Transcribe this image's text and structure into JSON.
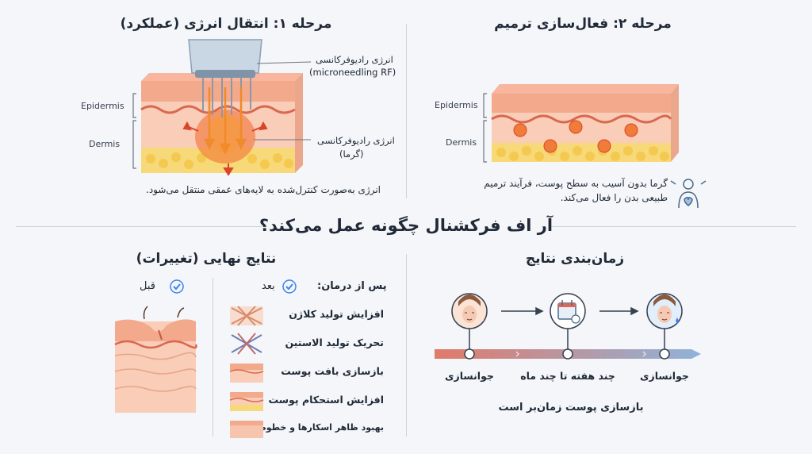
{
  "main_title": "آر اف فرکشنال چگونه عمل می‌کند؟",
  "stage1": {
    "title": "مرحله ۱: انتقال انرژی (عملکرد)",
    "rf_label": "انرژی رادیوفرکانسی",
    "rf_sub": "(microneedling RF)",
    "heat_label": "انرژی رادیوفرکانسی",
    "heat_sub": "(گرما)",
    "epidermis": "Epidermis",
    "dermis": "Dermis",
    "caption": "انرژی به‌صورت کنترل‌شده به لایه‌های عمقی منتقل می‌شود."
  },
  "stage2": {
    "title": "مرحله ۲: فعال‌سازی ترمیم",
    "epidermis": "Epidermis",
    "dermis": "Dermis",
    "caption_line1": "گرما بدون آسیب به سطح پوست، فرآیند ترمیم",
    "caption_line2": "طبیعی بدن را فعال می‌کند."
  },
  "results": {
    "title": "نتایج نهایی (تغییرات)",
    "before_label": "قبل",
    "after_label": "بعد",
    "after_treatment": "پس از درمان:",
    "items": [
      "افزایش تولید کلاژن",
      "تحریک تولید الاستین",
      "بازسازی بافت پوست",
      "افزایش استحکام پوست",
      "بهبود ظاهر اسکارها و خطوط"
    ]
  },
  "timeline": {
    "title": "زمان‌بندی نتایج",
    "labels": [
      "جوانسازی",
      "چند هفته تا چند ماه",
      "جوانسازی"
    ],
    "caption": "بازسازی پوست زمان‌بر است"
  },
  "colors": {
    "skin_top": "#f2a98c",
    "skin_mid": "#f7c4ad",
    "fat": "#f5d36b",
    "heat": "#f06a2a",
    "timeline_start": "#e07a6a",
    "timeline_end": "#8fb3d9",
    "check": "#3b82f6"
  },
  "icons": [
    "probe-icon",
    "check-icon",
    "calendar-icon",
    "face-icon",
    "body-icon",
    "arrow-right-icon"
  ]
}
